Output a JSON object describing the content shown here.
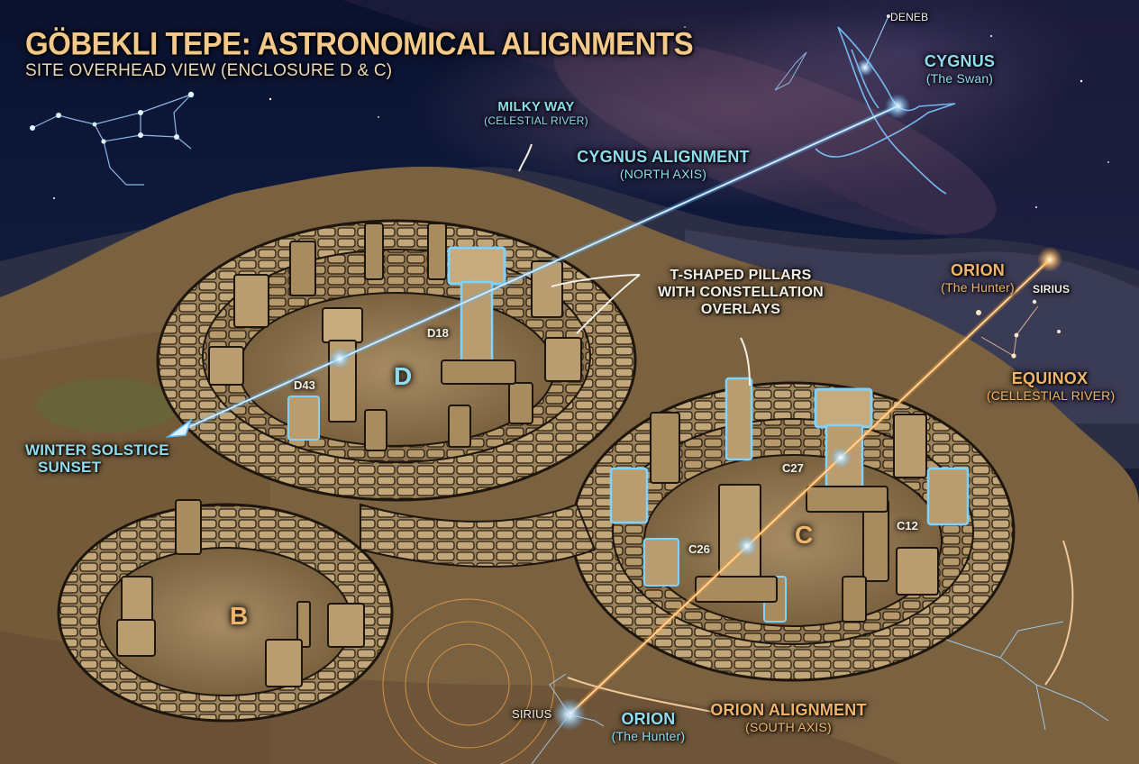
{
  "header": {
    "title": "GÖBEKLI TEPE: ASTRONOMICAL ALIGNMENTS",
    "subtitle": "SITE OVERHEAD VIEW (ENCLOSURE D & C)"
  },
  "sky_labels": {
    "deneb": "DENEB",
    "cygnus": {
      "name": "CYGNUS",
      "desc": "(The Swan)"
    },
    "milky_way": {
      "name": "MILKY WAY",
      "desc": "(CELESTIAL RIVER)"
    },
    "cygnus_alignment": {
      "name": "CYGNUS ALIGNMENT",
      "desc": "(NORTH AXIS)"
    },
    "orion_upper": {
      "name": "ORION",
      "desc": "(The Hunter)"
    },
    "sirius_upper": "SIRIUS",
    "equinox": {
      "name": "EQUINOX",
      "desc": "(CELLESTIAL RIVER)"
    },
    "sirius_lower": "SIRIUS",
    "orion_lower": {
      "name": "ORION",
      "desc": "(The Hunter)"
    },
    "orion_alignment": {
      "name": "ORION ALIGNMENT",
      "desc": "(SOUTH AXIS)"
    }
  },
  "site_labels": {
    "pillars_callout": [
      "T-SHAPED PILLARS",
      "WITH CONSTELLATION",
      "OVERLAYS"
    ],
    "winter_solstice": [
      "WINTER SOLSTICE",
      "SUNSET"
    ],
    "enclosures": {
      "d": "D",
      "c": "C",
      "b": "B"
    },
    "pillars": {
      "d18": "D18",
      "d43": "D43",
      "c27": "C27",
      "c26": "C26",
      "c12": "C12"
    }
  },
  "colors": {
    "title": "#f2c98a",
    "cyan_accent": "#8fdcef",
    "north_beam": "#5ab8ff",
    "south_beam": "#ff9a2e",
    "orange_label": "#f0b46b",
    "stone": "#b89a6c",
    "ground": "#8c7048"
  }
}
